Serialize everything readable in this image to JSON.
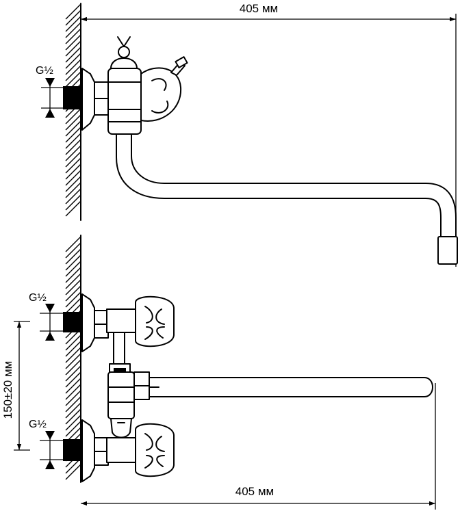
{
  "colors": {
    "line": "#000000",
    "background": "#ffffff"
  },
  "top_view": {
    "width_dimension": "405 мм",
    "pipe_thread": "G½"
  },
  "front_view": {
    "width_dimension": "405 мм",
    "center_distance": "150±20 мм",
    "upper_pipe_thread": "G½",
    "lower_pipe_thread": "G½"
  }
}
